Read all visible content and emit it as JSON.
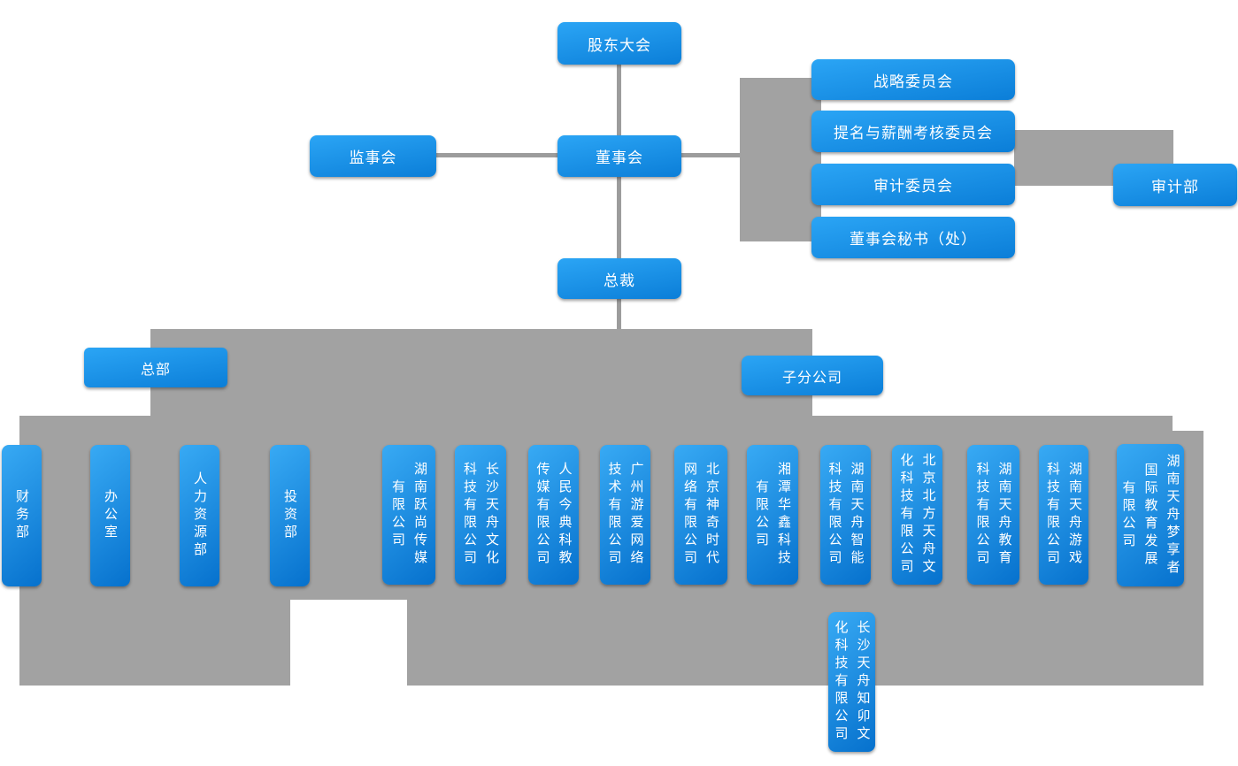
{
  "colors": {
    "node_gradient_start": "#2ba5f5",
    "node_gradient_end": "#0b7ed8",
    "vertical_node_gradient_start": "#38aaf4",
    "vertical_node_gradient_end": "#0671cd",
    "connector_gray": "#a2a2a2",
    "text": "#ffffff"
  },
  "org": {
    "shareholders": "股东大会",
    "supervisory": "监事会",
    "board": "董事会",
    "president": "总裁",
    "committees": [
      "战略委员会",
      "提名与薪酬考核委员会",
      "审计委员会",
      "董事会秘书（处）"
    ],
    "audit_dept": "审计部",
    "headquarters": "总部",
    "subsidiaries_label": "子分公司",
    "departments": [
      {
        "name": "财务部",
        "columns": [
          "财务部"
        ]
      },
      {
        "name": "办公室",
        "columns": [
          "办公室"
        ]
      },
      {
        "name": "人力资源部",
        "columns": [
          "人力资源部"
        ]
      },
      {
        "name": "投资部",
        "columns": [
          "投资部"
        ]
      }
    ],
    "companies": [
      {
        "name": "湖南跃尚传媒有限公司",
        "columns": [
          "湖南跃尚传媒",
          "有限公司"
        ]
      },
      {
        "name": "长沙天舟文化科技有限公司",
        "columns": [
          "长沙天舟文化",
          "科技有限公司"
        ]
      },
      {
        "name": "人民今典科教传媒有限公司",
        "columns": [
          "人民今典科教",
          "传媒有限公司"
        ]
      },
      {
        "name": "广州游爱网络技术有限公司",
        "columns": [
          "广州游爱网络",
          "技术有限公司"
        ]
      },
      {
        "name": "北京神奇时代网络有限公司",
        "columns": [
          "北京神奇时代",
          "网络有限公司"
        ]
      },
      {
        "name": "湘潭华鑫科技有限公司",
        "columns": [
          "湘潭华鑫科技",
          "有限公司"
        ]
      },
      {
        "name": "湖南天舟智能科技有限公司",
        "columns": [
          "湖南天舟智能",
          "科技有限公司"
        ]
      },
      {
        "name": "北京北方天舟文化科技有限公司",
        "columns": [
          "北京北方天舟文",
          "化科技有限公司"
        ]
      },
      {
        "name": "湖南天舟教育科技有限公司",
        "columns": [
          "湖南天舟教育",
          "科技有限公司"
        ]
      },
      {
        "name": "湖南天舟游戏科技有限公司",
        "columns": [
          "湖南天舟游戏",
          "科技有限公司"
        ]
      },
      {
        "name": "湖南天舟梦享者国际教育发展有限公司",
        "columns": [
          "湖南天舟梦享者",
          "国际教育发展",
          "有限公司"
        ]
      },
      {
        "name": "长沙天舟知卯文化科技有限公司",
        "columns": [
          "长沙天舟知卯文",
          "化科技有限公司"
        ]
      }
    ]
  }
}
